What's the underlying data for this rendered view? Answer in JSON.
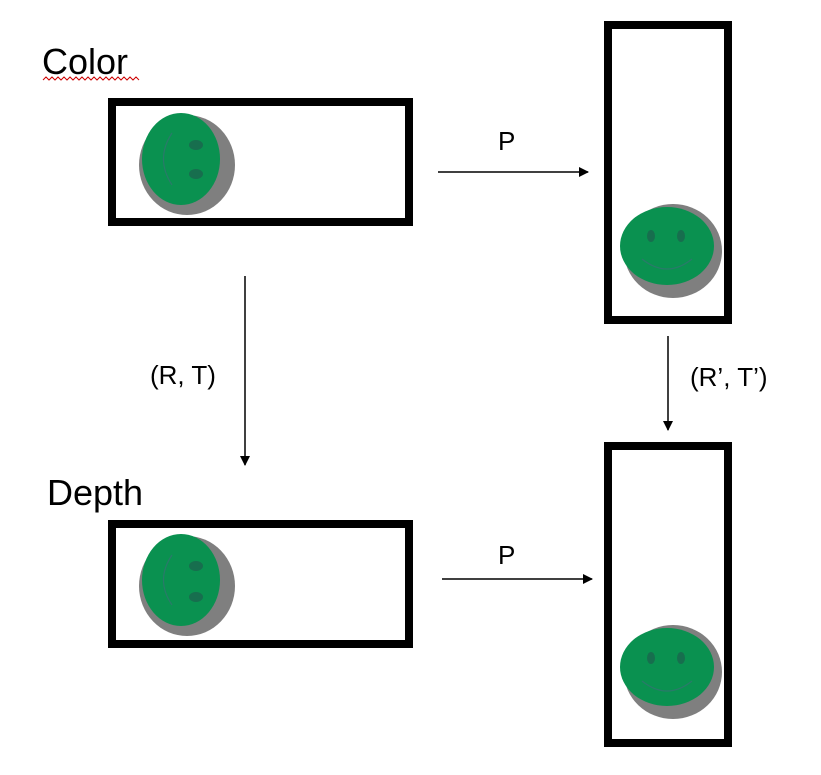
{
  "labels": {
    "color": "Color",
    "depth": "Depth",
    "projection_top": "P",
    "projection_bottom": "P",
    "transform_left": "(R, T)",
    "transform_right": "(R’, T’)"
  },
  "colors": {
    "frame": "#000000",
    "face_fill": "#0a9150",
    "face_shadow": "#7f7f7f",
    "face_features": "#176e4e",
    "spellcheck_underline": "#cc0000"
  },
  "icons": {
    "face": "smiley-face-icon"
  }
}
